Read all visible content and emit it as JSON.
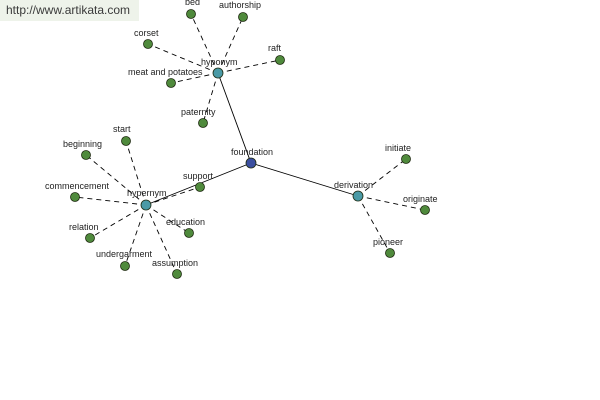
{
  "watermark": {
    "text": "http://www.artikata.com"
  },
  "colors": {
    "root": "#3b4fa0",
    "group": "#4a9aa6",
    "leaf": "#4f8a3c",
    "stroke": "#1e2a10",
    "edge": "#000000"
  },
  "graph": {
    "root": {
      "id": "foundation",
      "label": "foundation"
    },
    "groups": [
      {
        "id": "hyponym",
        "label": "hyponym",
        "children": [
          "bed",
          "authorship",
          "corset",
          "raft",
          "meat and potatoes",
          "paternity"
        ]
      },
      {
        "id": "hypernym",
        "label": "hypernym",
        "children": [
          "start",
          "beginning",
          "commencement",
          "support",
          "relation",
          "education",
          "undergarment",
          "assumption"
        ]
      },
      {
        "id": "derivation",
        "label": "derivation",
        "children": [
          "initiate",
          "originate",
          "pioneer"
        ]
      }
    ]
  }
}
